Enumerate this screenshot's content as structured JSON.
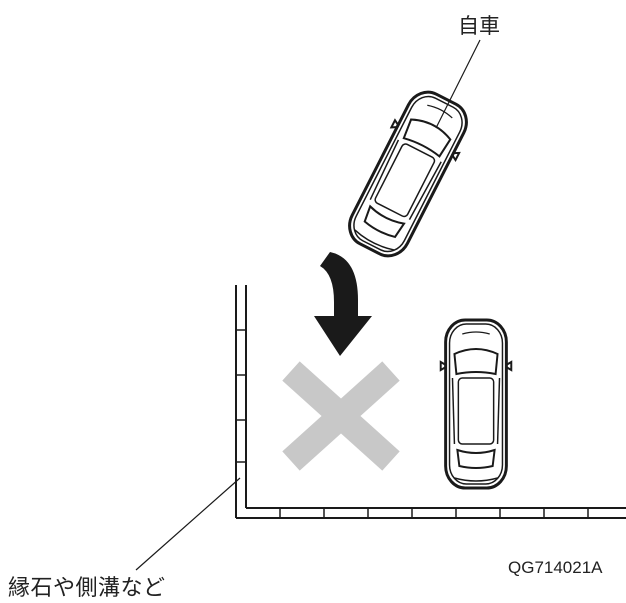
{
  "labels": {
    "own_car": "自車",
    "curb": "縁石や側溝など",
    "figure_code": "QG714021A"
  },
  "colors": {
    "line": "#1a1a1a",
    "cross": "#c8c8c8",
    "car_body": "#ffffff"
  },
  "icons": {
    "own_car": "car-top-view-icon",
    "parked_car": "car-top-view-icon",
    "arrow": "curved-arrow-down-icon",
    "cross": "x-mark-icon"
  }
}
